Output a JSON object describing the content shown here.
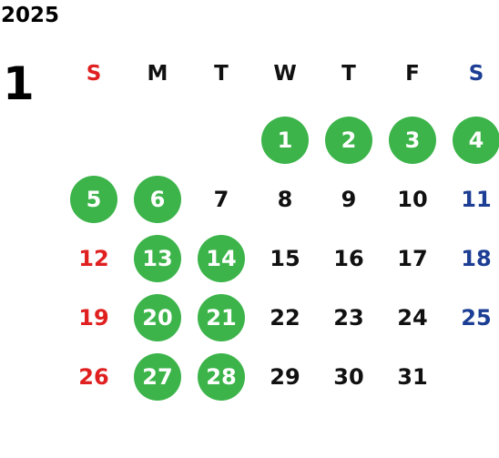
{
  "year": "2025",
  "month": "1",
  "colors": {
    "weekday": "#111111",
    "sunday": "#e02020",
    "saturday": "#1c3e94",
    "highlight_bg": "#3cb44a",
    "highlight_text": "#ffffff"
  },
  "weekdays": [
    {
      "label": "S",
      "kind": "sunday"
    },
    {
      "label": "M",
      "kind": "weekday"
    },
    {
      "label": "T",
      "kind": "weekday"
    },
    {
      "label": "W",
      "kind": "weekday"
    },
    {
      "label": "T",
      "kind": "weekday"
    },
    {
      "label": "F",
      "kind": "weekday"
    },
    {
      "label": "S",
      "kind": "saturday"
    }
  ],
  "first_weekday_index": 3,
  "days": [
    {
      "day": "1",
      "highlighted": true
    },
    {
      "day": "2",
      "highlighted": true
    },
    {
      "day": "3",
      "highlighted": true
    },
    {
      "day": "4",
      "highlighted": true
    },
    {
      "day": "5",
      "highlighted": true
    },
    {
      "day": "6",
      "highlighted": true
    },
    {
      "day": "7",
      "highlighted": false
    },
    {
      "day": "8",
      "highlighted": false
    },
    {
      "day": "9",
      "highlighted": false
    },
    {
      "day": "10",
      "highlighted": false
    },
    {
      "day": "11",
      "highlighted": false
    },
    {
      "day": "12",
      "highlighted": false
    },
    {
      "day": "13",
      "highlighted": true
    },
    {
      "day": "14",
      "highlighted": true
    },
    {
      "day": "15",
      "highlighted": false
    },
    {
      "day": "16",
      "highlighted": false
    },
    {
      "day": "17",
      "highlighted": false
    },
    {
      "day": "18",
      "highlighted": false
    },
    {
      "day": "19",
      "highlighted": false
    },
    {
      "day": "20",
      "highlighted": true
    },
    {
      "day": "21",
      "highlighted": true
    },
    {
      "day": "22",
      "highlighted": false
    },
    {
      "day": "23",
      "highlighted": false
    },
    {
      "day": "24",
      "highlighted": false
    },
    {
      "day": "25",
      "highlighted": false
    },
    {
      "day": "26",
      "highlighted": false
    },
    {
      "day": "27",
      "highlighted": true
    },
    {
      "day": "28",
      "highlighted": true
    },
    {
      "day": "29",
      "highlighted": false
    },
    {
      "day": "30",
      "highlighted": false
    },
    {
      "day": "31",
      "highlighted": false
    }
  ]
}
